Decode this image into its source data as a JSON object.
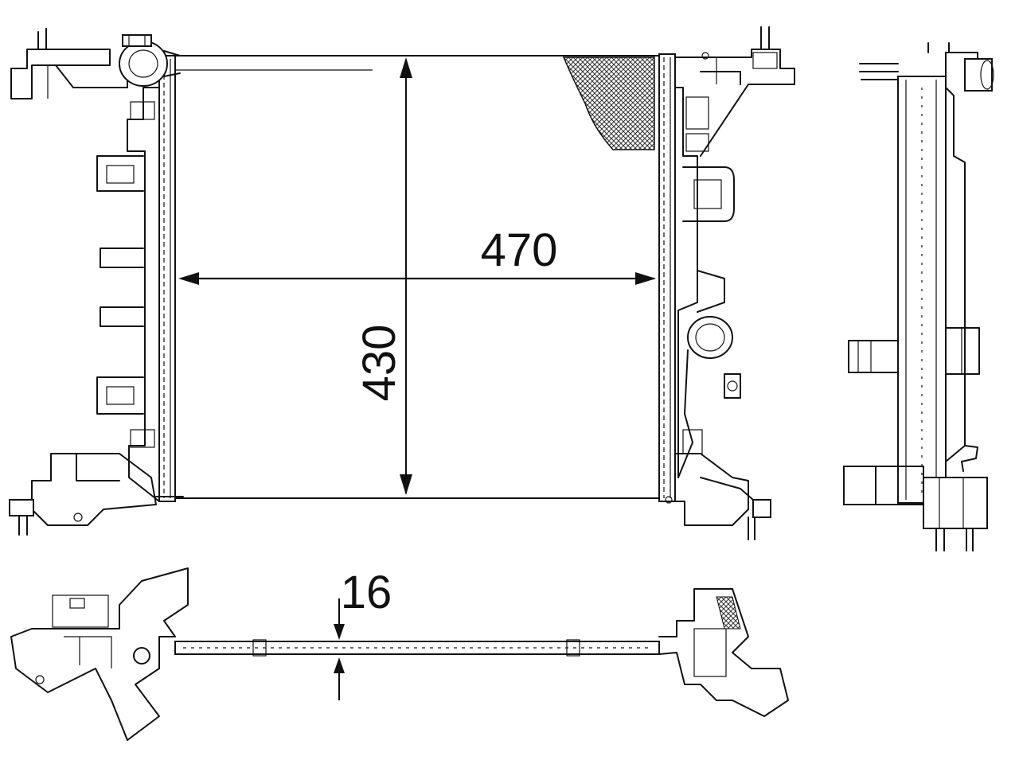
{
  "drawing": {
    "colors": {
      "line": "#111111",
      "background": "#ffffff",
      "hatch": "#333333"
    },
    "dimensions": {
      "width": {
        "value": "470"
      },
      "height": {
        "value": "430"
      },
      "thickness": {
        "value": "16"
      }
    }
  }
}
